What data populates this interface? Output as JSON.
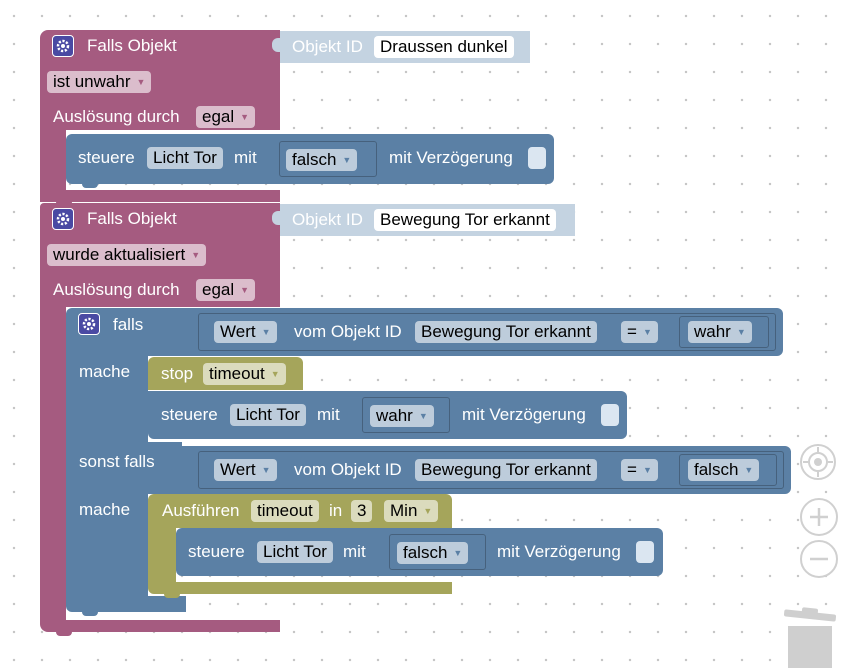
{
  "trigger1": {
    "header": "Falls Objekt",
    "objectLabel": "Objekt ID",
    "objectValue": "Draussen dunkel",
    "condition": "ist unwahr",
    "triggerLabel": "Auslösung durch",
    "triggerValue": "egal",
    "control": {
      "verb": "steuere",
      "target": "Licht Tor",
      "with": "mit",
      "value": "falsch",
      "delay": "mit Verzögerung"
    }
  },
  "trigger2": {
    "header": "Falls Objekt",
    "objectLabel": "Objekt ID",
    "objectValue": "Bewegung Tor erkannt",
    "condition": "wurde aktualisiert",
    "triggerLabel": "Auslösung durch",
    "triggerValue": "egal",
    "ifBlock": {
      "ifLabel": "falls",
      "doLabel": "mache",
      "elseIfLabel": "sonst falls",
      "doLabel2": "mache",
      "cond1": {
        "value": "Wert",
        "fromObject": "vom Objekt ID",
        "object": "Bewegung Tor erkannt",
        "op": "=",
        "compare": "wahr"
      },
      "cond2": {
        "value": "Wert",
        "fromObject": "vom Objekt ID",
        "object": "Bewegung Tor erkannt",
        "op": "=",
        "compare": "falsch"
      },
      "stop": {
        "label": "stop",
        "timer": "timeout"
      },
      "control1": {
        "verb": "steuere",
        "target": "Licht Tor",
        "with": "mit",
        "value": "wahr",
        "delay": "mit Verzögerung"
      },
      "timeout": {
        "label": "Ausführen",
        "timer": "timeout",
        "in": "in",
        "amount": "3",
        "unit": "Min"
      },
      "control2": {
        "verb": "steuere",
        "target": "Licht Tor",
        "with": "mit",
        "value": "falsch",
        "delay": "mit Verzögerung"
      }
    }
  },
  "colors": {
    "trigger": "#a55b80",
    "action": "#5b80a5",
    "timer": "#a5a55b",
    "objectId": "#c4d3e1"
  }
}
